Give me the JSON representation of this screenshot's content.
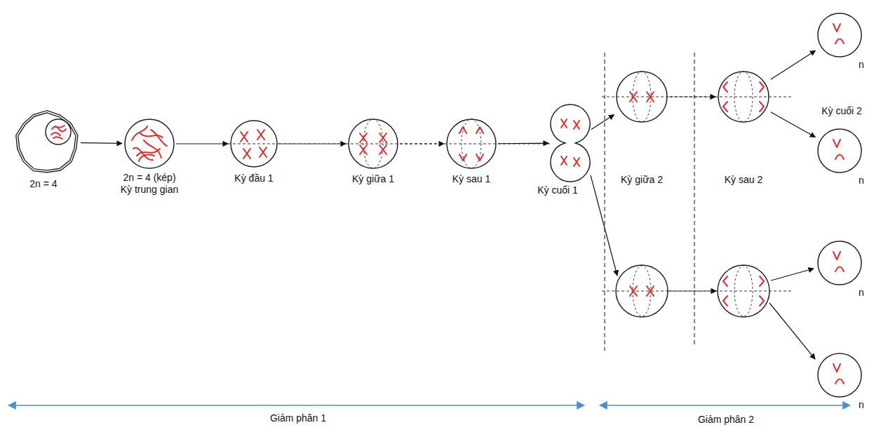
{
  "diagram": {
    "nodes": [
      {
        "text": [
          "2n = 4"
        ]
      },
      {
        "text": [
          "2n = 4 (kép)",
          "Kỳ trung gian"
        ]
      },
      {
        "text": [
          "Kỳ đầu 1"
        ]
      },
      {
        "text": [
          "Kỳ giữa 1"
        ]
      },
      {
        "text": [
          "Kỳ sau 1"
        ]
      },
      {
        "text": [
          "Kỳ cuối 1"
        ]
      },
      {
        "text": [
          "Kỳ giữa 2"
        ]
      },
      {
        "text": [
          "Kỳ sau 2"
        ]
      },
      {
        "text": [
          "n",
          "Kỳ cuối 2"
        ]
      },
      {
        "text": [
          "n"
        ]
      },
      {
        "text": [
          "n"
        ]
      },
      {
        "text": [
          "n"
        ]
      }
    ],
    "edges": [
      {
        "from": 0,
        "to": 1,
        "arrow": "to"
      },
      {
        "from": 1,
        "to": 2,
        "arrow": "to"
      },
      {
        "from": 2,
        "to": 3,
        "arrow": "to"
      },
      {
        "from": 3,
        "to": 4,
        "arrow": "to"
      },
      {
        "from": 4,
        "to": 5,
        "arrow": "to"
      },
      {
        "from": 5,
        "to": 6,
        "arrow": "to"
      },
      {
        "from": 6,
        "to": 7,
        "arrow": "to"
      },
      {
        "from": 7,
        "to": 8,
        "arrow": "to"
      },
      {
        "from": 7,
        "to": 9,
        "arrow": "to"
      }
    ],
    "labels": [
      "Giảm phân 1",
      "Giảm phân 2"
    ]
  }
}
